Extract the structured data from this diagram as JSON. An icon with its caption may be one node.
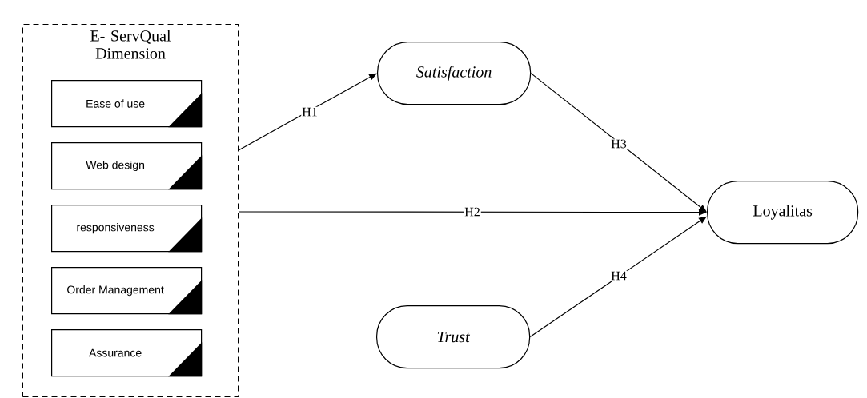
{
  "diagram": {
    "nodes": [
      {
        "text": [
          "E- ServQual Dimension"
        ]
      },
      {
        "text": [
          "Ease of use"
        ],
        "in": 0
      },
      {
        "text": [
          "Web design"
        ],
        "in": 0
      },
      {
        "text": [
          "responsiveness"
        ],
        "in": 0
      },
      {
        "text": [
          "Order Management"
        ],
        "in": 0
      },
      {
        "text": [
          "Assurance"
        ],
        "in": 0
      },
      {
        "text": [
          "Satisfaction"
        ]
      },
      {
        "text": [
          "Loyalitas"
        ]
      },
      {
        "text": [
          "Trust"
        ]
      }
    ],
    "edges": [
      {
        "from": 0,
        "to": 6,
        "arrow": "to",
        "label": "H1"
      },
      {
        "from": 0,
        "to": 7,
        "arrow": "to",
        "label": "H2"
      },
      {
        "from": 6,
        "to": 7,
        "arrow": "to",
        "label": "H3"
      },
      {
        "from": 8,
        "to": 7,
        "arrow": "to",
        "label": "H4"
      }
    ]
  }
}
